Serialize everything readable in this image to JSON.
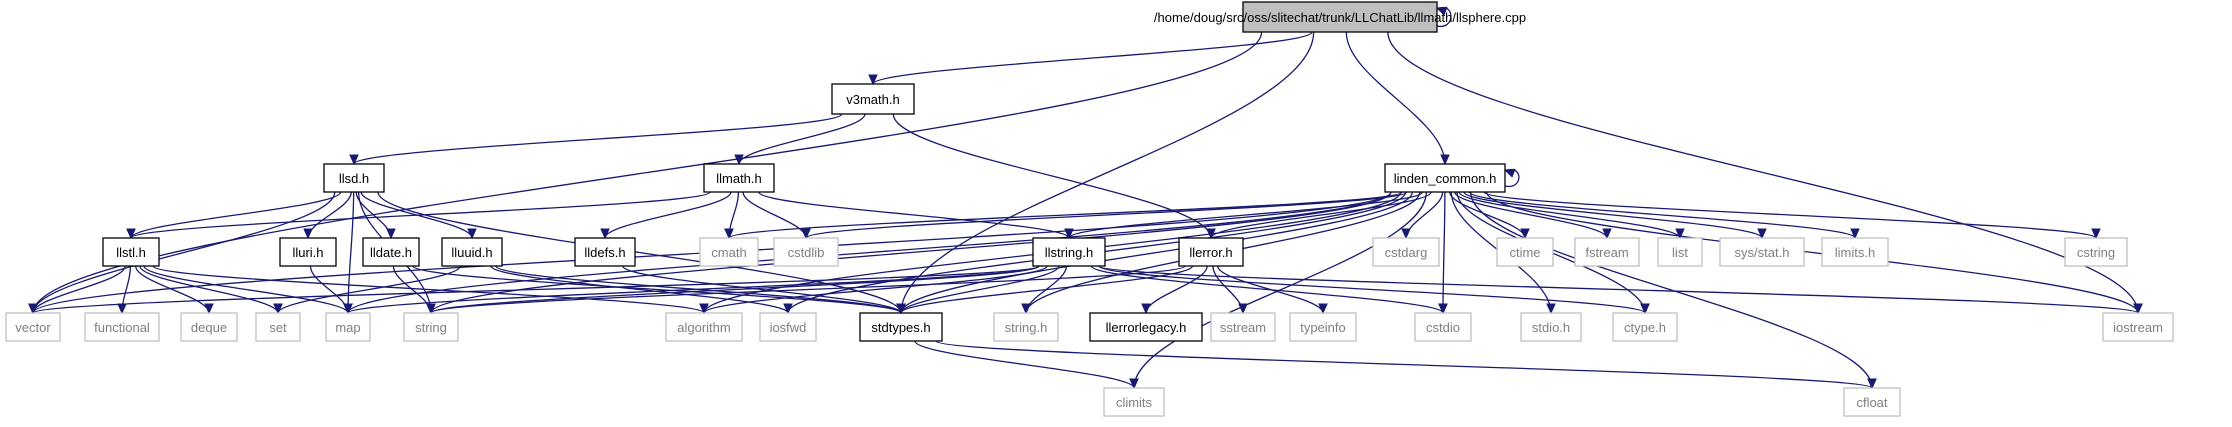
{
  "graph": {
    "colors": {
      "edge": "#191970",
      "local_border": "#000000",
      "system_border": "#bfbfbf",
      "main_fill": "#bfbfbf",
      "text": "#000000",
      "system_text": "#7f7f7f"
    },
    "nodes": [
      {
        "id": "llsphere",
        "label": "/home/doug/src/oss/slitechat/trunk/LLChatLib/llmath/llsphere.cpp",
        "kind": "main"
      },
      {
        "id": "v3math",
        "label": "v3math.h",
        "kind": "local"
      },
      {
        "id": "linden_common",
        "label": "linden_common.h",
        "kind": "local"
      },
      {
        "id": "llsd",
        "label": "llsd.h",
        "kind": "local"
      },
      {
        "id": "llmath",
        "label": "llmath.h",
        "kind": "local"
      },
      {
        "id": "llstl",
        "label": "llstl.h",
        "kind": "local"
      },
      {
        "id": "lluri",
        "label": "lluri.h",
        "kind": "local"
      },
      {
        "id": "lldate",
        "label": "lldate.h",
        "kind": "local"
      },
      {
        "id": "lluuid",
        "label": "lluuid.h",
        "kind": "local"
      },
      {
        "id": "lldefs",
        "label": "lldefs.h",
        "kind": "local"
      },
      {
        "id": "llstring",
        "label": "llstring.h",
        "kind": "local"
      },
      {
        "id": "llerror",
        "label": "llerror.h",
        "kind": "local"
      },
      {
        "id": "stdtypes",
        "label": "stdtypes.h",
        "kind": "local"
      },
      {
        "id": "llerrorlegacy",
        "label": "llerrorlegacy.h",
        "kind": "local"
      },
      {
        "id": "cmath",
        "label": "cmath",
        "kind": "system"
      },
      {
        "id": "cstdlib",
        "label": "cstdlib",
        "kind": "system"
      },
      {
        "id": "cstdarg",
        "label": "cstdarg",
        "kind": "system"
      },
      {
        "id": "ctime",
        "label": "ctime",
        "kind": "system"
      },
      {
        "id": "fstream",
        "label": "fstream",
        "kind": "system"
      },
      {
        "id": "list",
        "label": "list",
        "kind": "system"
      },
      {
        "id": "sysstat",
        "label": "sys/stat.h",
        "kind": "system"
      },
      {
        "id": "limits",
        "label": "limits.h",
        "kind": "system"
      },
      {
        "id": "cstring",
        "label": "cstring",
        "kind": "system"
      },
      {
        "id": "vector",
        "label": "vector",
        "kind": "system"
      },
      {
        "id": "functional",
        "label": "functional",
        "kind": "system"
      },
      {
        "id": "deque",
        "label": "deque",
        "kind": "system"
      },
      {
        "id": "set",
        "label": "set",
        "kind": "system"
      },
      {
        "id": "map",
        "label": "map",
        "kind": "system"
      },
      {
        "id": "string",
        "label": "string",
        "kind": "system"
      },
      {
        "id": "algorithm",
        "label": "algorithm",
        "kind": "system"
      },
      {
        "id": "iosfwd",
        "label": "iosfwd",
        "kind": "system"
      },
      {
        "id": "stringh",
        "label": "string.h",
        "kind": "system"
      },
      {
        "id": "sstream",
        "label": "sstream",
        "kind": "system"
      },
      {
        "id": "typeinfo",
        "label": "typeinfo",
        "kind": "system"
      },
      {
        "id": "cstdio",
        "label": "cstdio",
        "kind": "system"
      },
      {
        "id": "stdioh",
        "label": "stdio.h",
        "kind": "system"
      },
      {
        "id": "ctypeh",
        "label": "ctype.h",
        "kind": "system"
      },
      {
        "id": "iostream",
        "label": "iostream",
        "kind": "system"
      },
      {
        "id": "climits",
        "label": "climits",
        "kind": "system"
      },
      {
        "id": "cfloat",
        "label": "cfloat",
        "kind": "system"
      }
    ],
    "edges": [
      [
        "llsphere",
        "llsphere"
      ],
      [
        "llsphere",
        "v3math"
      ],
      [
        "llsphere",
        "linden_common"
      ],
      [
        "llsphere",
        "vector"
      ],
      [
        "llsphere",
        "iostream"
      ],
      [
        "llsphere",
        "stdtypes"
      ],
      [
        "v3math",
        "llsd"
      ],
      [
        "v3math",
        "llmath"
      ],
      [
        "v3math",
        "llerror"
      ],
      [
        "linden_common",
        "linden_common"
      ],
      [
        "linden_common",
        "cmath"
      ],
      [
        "linden_common",
        "cstdlib"
      ],
      [
        "linden_common",
        "cstdarg"
      ],
      [
        "linden_common",
        "ctime"
      ],
      [
        "linden_common",
        "fstream"
      ],
      [
        "linden_common",
        "list"
      ],
      [
        "linden_common",
        "sysstat"
      ],
      [
        "linden_common",
        "limits"
      ],
      [
        "linden_common",
        "cstring"
      ],
      [
        "linden_common",
        "llstring"
      ],
      [
        "linden_common",
        "llerror"
      ],
      [
        "linden_common",
        "stdtypes"
      ],
      [
        "linden_common",
        "stringh"
      ],
      [
        "linden_common",
        "algorithm"
      ],
      [
        "linden_common",
        "iosfwd"
      ],
      [
        "linden_common",
        "map"
      ],
      [
        "linden_common",
        "string"
      ],
      [
        "linden_common",
        "cstdio"
      ],
      [
        "linden_common",
        "stdioh"
      ],
      [
        "linden_common",
        "ctypeh"
      ],
      [
        "linden_common",
        "iostream"
      ],
      [
        "linden_common",
        "climits"
      ],
      [
        "linden_common",
        "cfloat"
      ],
      [
        "linden_common",
        "vector"
      ],
      [
        "llsd",
        "llstl"
      ],
      [
        "llsd",
        "lluri"
      ],
      [
        "llsd",
        "lldate"
      ],
      [
        "llsd",
        "lluuid"
      ],
      [
        "llsd",
        "map"
      ],
      [
        "llsd",
        "string"
      ],
      [
        "llsd",
        "vector"
      ],
      [
        "llsd",
        "stdtypes"
      ],
      [
        "llmath",
        "lldefs"
      ],
      [
        "llmath",
        "cmath"
      ],
      [
        "llmath",
        "cstdlib"
      ],
      [
        "llmath",
        "llstring"
      ],
      [
        "llmath",
        "llstl"
      ],
      [
        "llstl",
        "vector"
      ],
      [
        "llstl",
        "functional"
      ],
      [
        "llstl",
        "deque"
      ],
      [
        "llstl",
        "set"
      ],
      [
        "llstl",
        "map"
      ],
      [
        "llstl",
        "algorithm"
      ],
      [
        "lluri",
        "map"
      ],
      [
        "lldate",
        "string"
      ],
      [
        "lldate",
        "stdtypes"
      ],
      [
        "lluuid",
        "set"
      ],
      [
        "lluuid",
        "stdtypes"
      ],
      [
        "lluuid",
        "iosfwd"
      ],
      [
        "lldefs",
        "stdtypes"
      ],
      [
        "llstring",
        "string"
      ],
      [
        "llstring",
        "stringh"
      ],
      [
        "llstring",
        "stdtypes"
      ],
      [
        "llstring",
        "map"
      ],
      [
        "llstring",
        "vector"
      ],
      [
        "llstring",
        "algorithm"
      ],
      [
        "llstring",
        "cstdio"
      ],
      [
        "llstring",
        "ctypeh"
      ],
      [
        "llstring",
        "iostream"
      ],
      [
        "llerror",
        "llerrorlegacy"
      ],
      [
        "llerror",
        "sstream"
      ],
      [
        "llerror",
        "typeinfo"
      ],
      [
        "llerror",
        "stdtypes"
      ],
      [
        "llerror",
        "string"
      ],
      [
        "stdtypes",
        "climits"
      ],
      [
        "stdtypes",
        "cfloat"
      ]
    ]
  }
}
